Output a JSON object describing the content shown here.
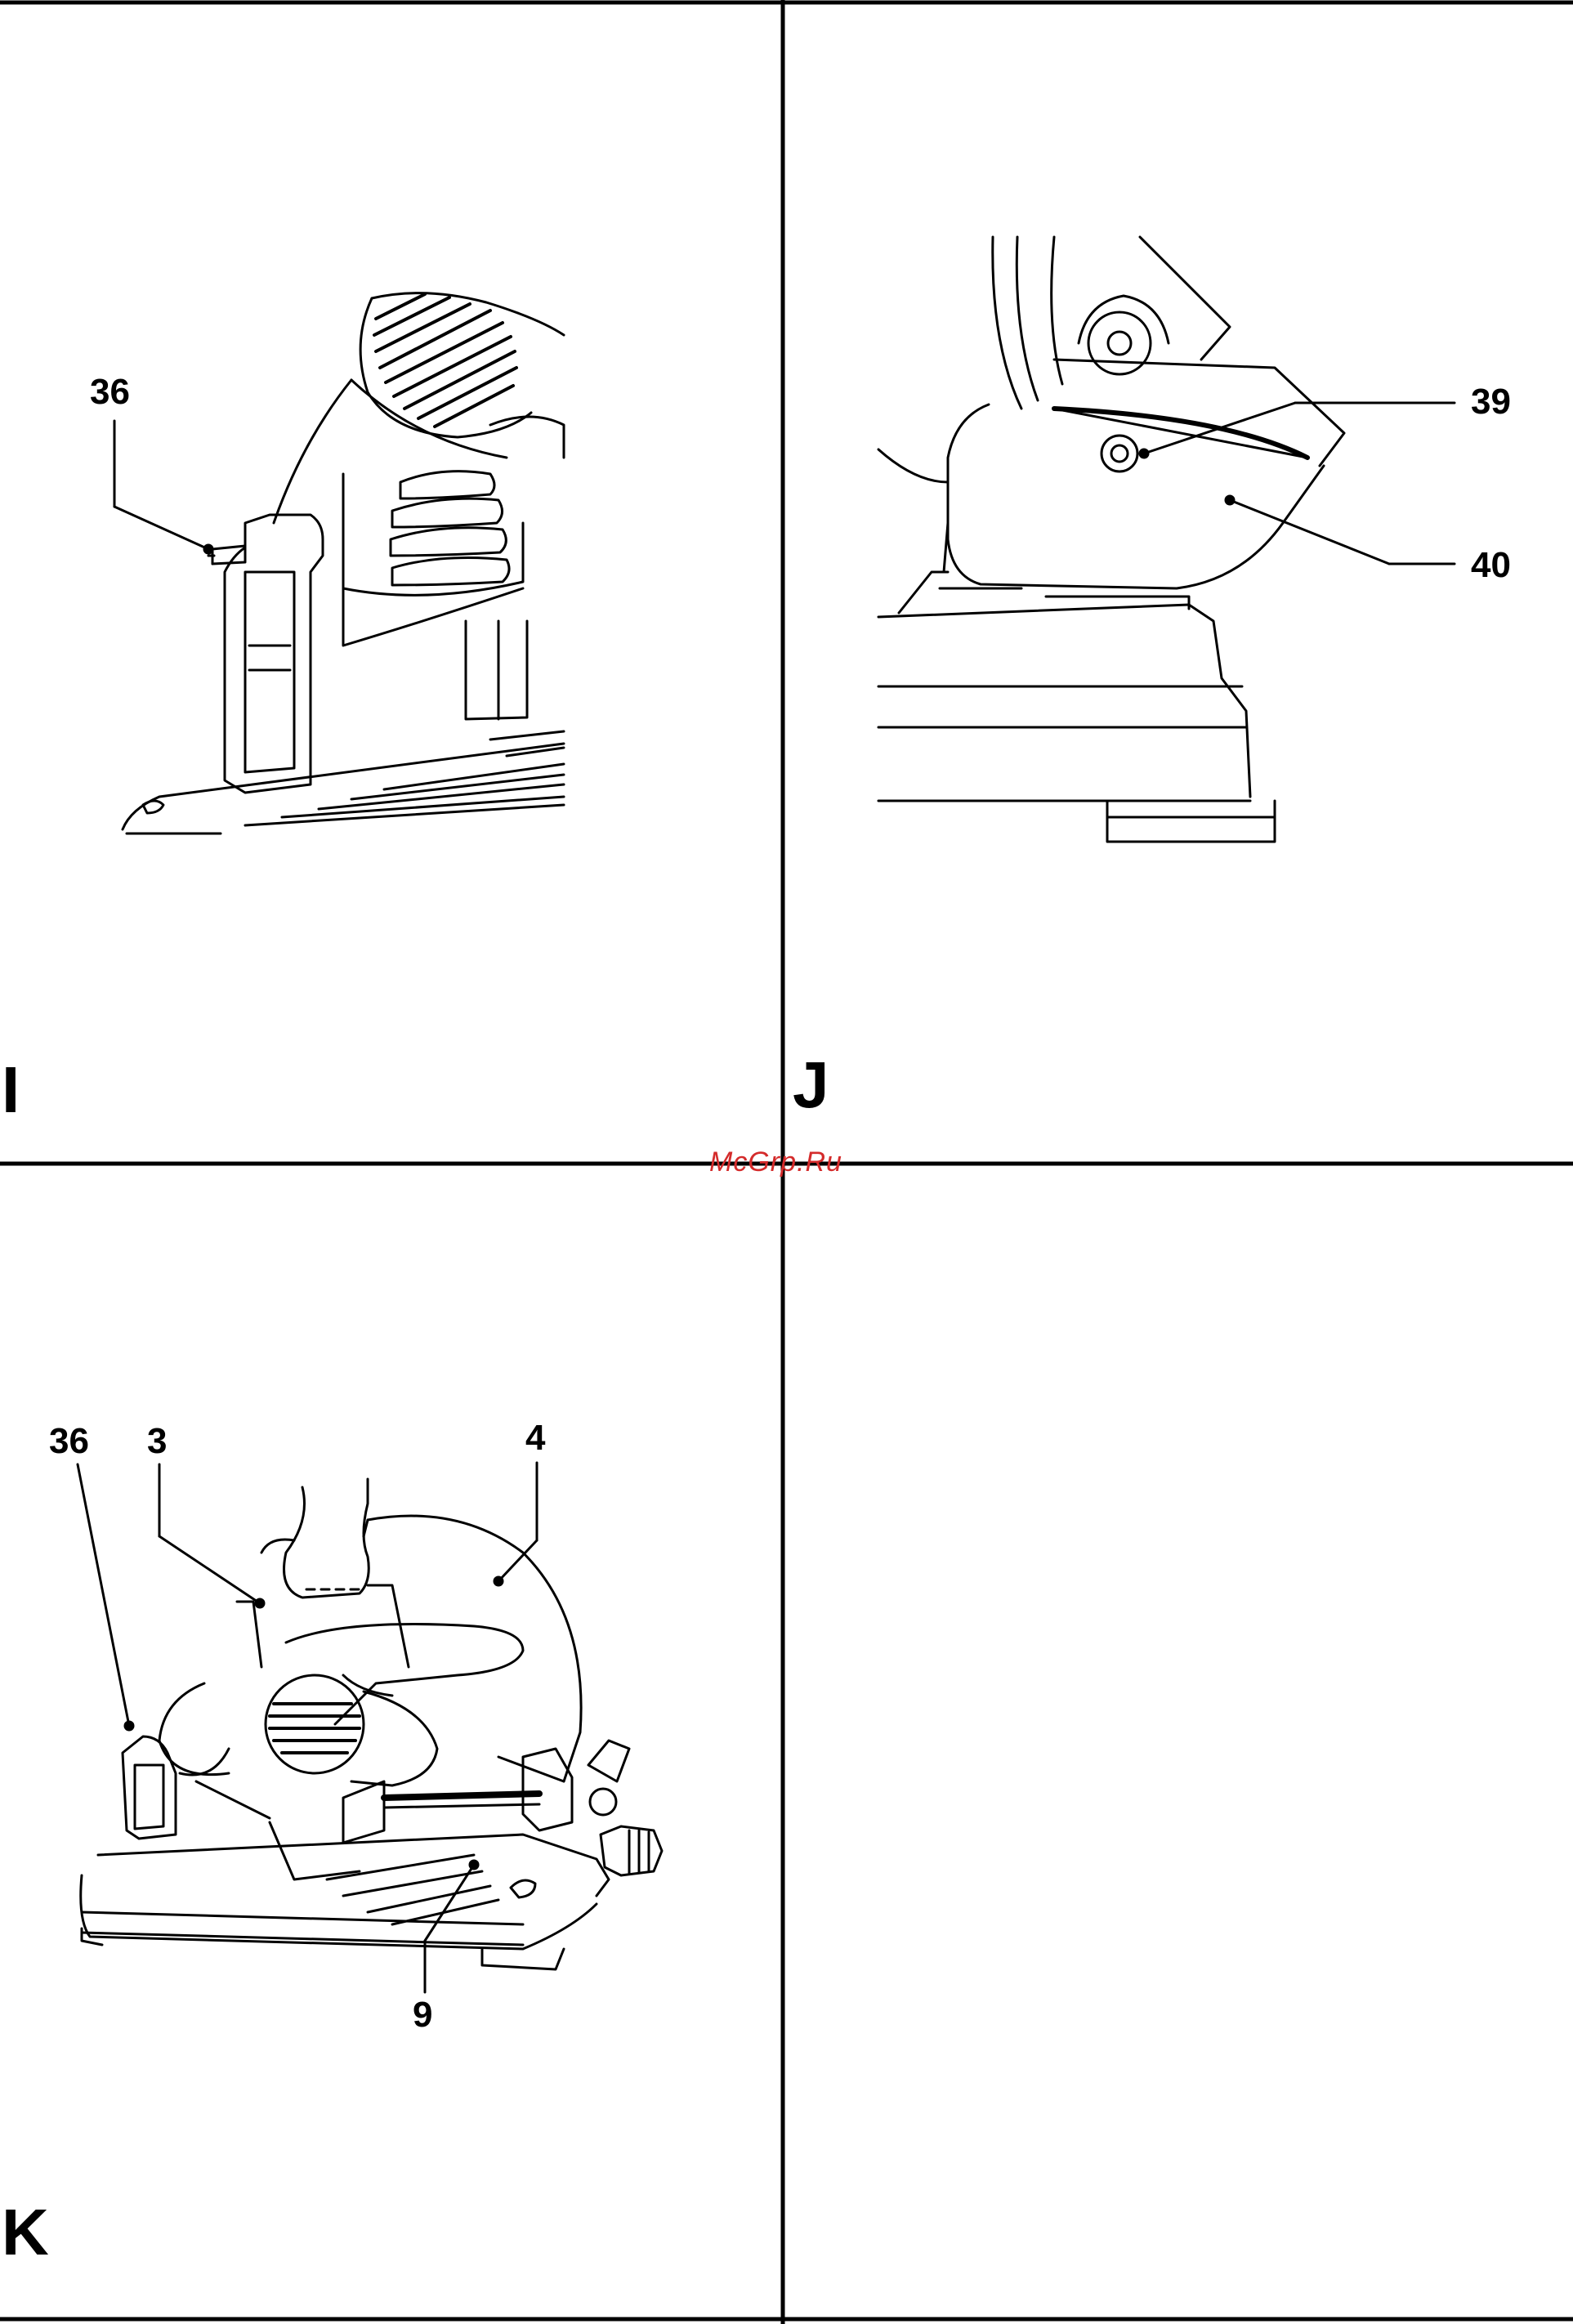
{
  "panels": [
    {
      "letter": "I",
      "callouts": [
        "36"
      ]
    },
    {
      "letter": "J",
      "callouts": [
        "39",
        "40"
      ]
    },
    {
      "letter": "K",
      "callouts": [
        "36",
        "3",
        "4",
        "9"
      ]
    },
    {
      "letter": "",
      "callouts": []
    }
  ],
  "watermark": "McGrp.Ru"
}
